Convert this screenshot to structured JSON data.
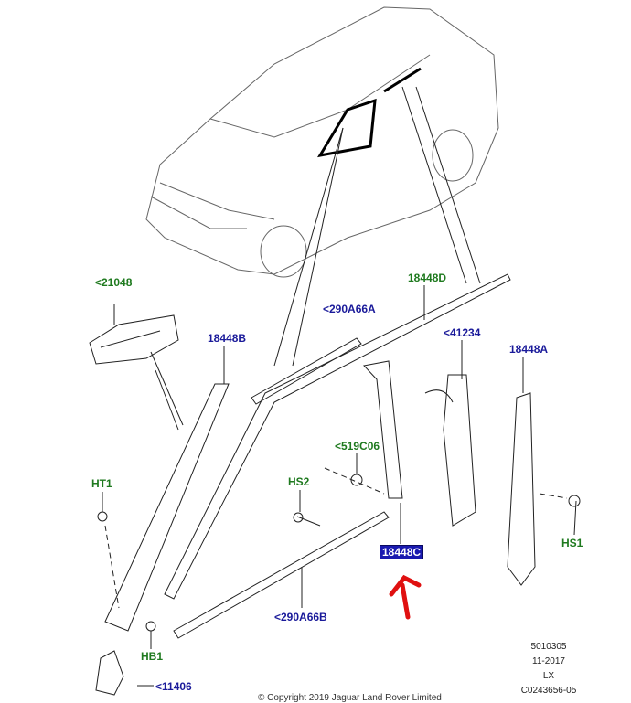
{
  "callouts": {
    "c21048": "<21048",
    "c18448B": "18448B",
    "c290A66A": "<290A66A",
    "c18448D": "18448D",
    "c41234": "<41234",
    "c18448A": "18448A",
    "c519C06": "<519C06",
    "cHT1": "HT1",
    "cHS2": "HS2",
    "c18448C": "18448C",
    "cHS1": "HS1",
    "c290A66B": "<290A66B",
    "cHB1": "HB1",
    "c11406": "<11406"
  },
  "meta": {
    "code": "5010305",
    "date": "11-2017",
    "variant": "LX",
    "illustration": "C0243656-05"
  },
  "copyright": "© Copyright 2019 Jaguar Land Rover Limited",
  "colors": {
    "green": "#1f7a1f",
    "blue": "#1a1a9a",
    "selected": "#1a1ab0",
    "annotation": "#e01010"
  }
}
